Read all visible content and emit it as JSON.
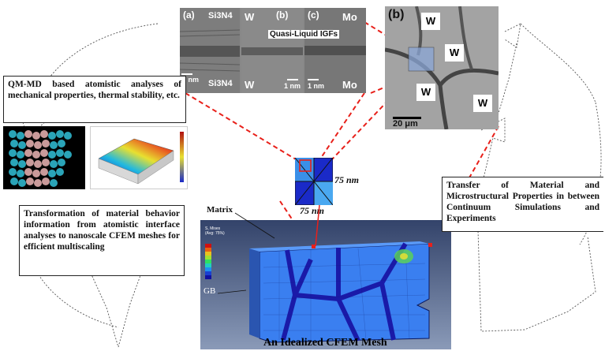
{
  "boxes": {
    "qmmd": "QM-MD based atomistic analyses of mechanical properties, thermal stability, etc.",
    "transformation": "Transformation of material behavior information from atomistic interface analyses to nanoscale CFEM meshes for efficient multiscaling",
    "transfer": "Transfer of Material and Microstructural Properties in between Continuum Simulations and Experiments"
  },
  "tem_panels": {
    "a_label": "(a)",
    "a_top": "Si3N4",
    "a_bottom": "Si3N4",
    "a_scale": "1 nm",
    "b_label": "(b)",
    "b_w_top": "W",
    "b_w_bottom": "W",
    "b_scale": "1 nm",
    "c_label": "(c)",
    "c_mo_top": "Mo",
    "c_mo_bottom": "Mo",
    "c_scale": "1 nm",
    "igf_label": "Quasi-Liquid IGFs"
  },
  "micrograph": {
    "label": "(b)",
    "w1": "W",
    "w2": "W",
    "w3": "W",
    "w4": "W",
    "scale": "20 μm"
  },
  "mesh_square": {
    "dim_vertical": "75 nm",
    "dim_horizontal": "75 nm"
  },
  "cfem": {
    "matrix_label": "Matrix",
    "gb_label": "GB",
    "title": "An Idealized CFEM Mesh",
    "legend_title": "S, Mises\n(Avg: 75%)"
  },
  "colors": {
    "dashed_red": "#e8201a",
    "mesh_blue": "#1a5fe0",
    "gb_dark_blue": "#1a1aa8"
  }
}
